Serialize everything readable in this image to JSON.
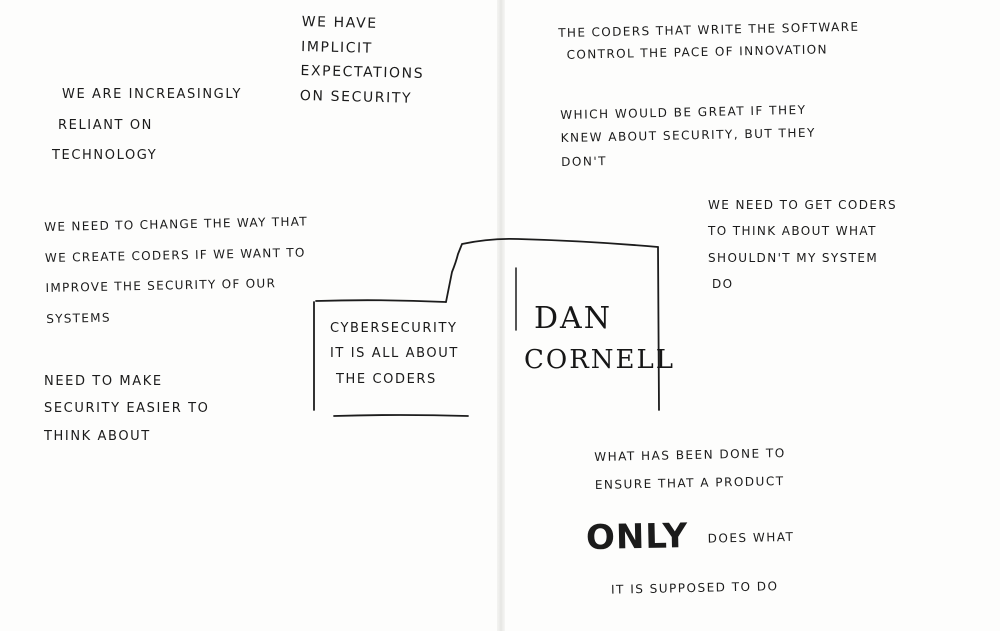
{
  "left_page": {
    "implicit_expectations": [
      "We Have",
      "Implicit",
      "Expectations",
      "on Security"
    ],
    "reliant": [
      "We Are Increasingly",
      "Reliant on",
      "Technology"
    ],
    "change_coders": [
      "We need to change the way that",
      "we create coders if we want to",
      "improve the security of our",
      "systems"
    ],
    "make_easier": [
      "Need to make",
      "security easier to",
      "think about"
    ]
  },
  "center_box": {
    "topic_lines": [
      "Cybersecurity",
      "It is all about",
      "the coders"
    ],
    "speaker_lines": [
      "Dan",
      "Cornell"
    ]
  },
  "right_page": {
    "coders_control": [
      "The coders that write the software",
      "control the pace of innovation"
    ],
    "great_if": [
      "Which would be great if they",
      "knew about security, but they",
      "don't"
    ],
    "get_coders": [
      "We need to get coders",
      "to think about what",
      "shouldn't my system",
      "do"
    ],
    "only_does": {
      "line1": "What has been done to",
      "line2": "ensure that a product",
      "only_word": "ONLY",
      "line3_rest": "does what",
      "line4": "it is supposed to do"
    }
  }
}
